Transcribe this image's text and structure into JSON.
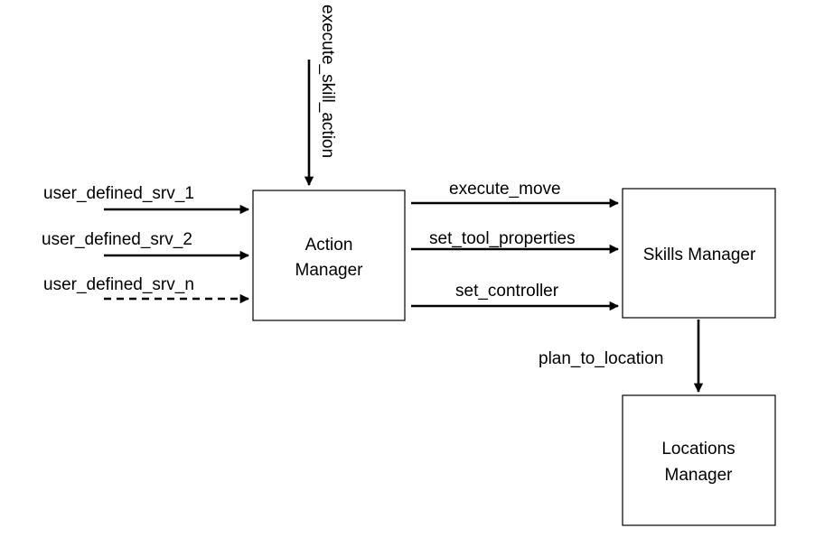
{
  "nodes": {
    "action_manager": [
      "Action",
      "Manager"
    ],
    "skills_manager": [
      "Skills Manager"
    ],
    "locations_manager": [
      "Locations",
      "Manager"
    ]
  },
  "edges": {
    "execute_skill_action": "execute_skill_action",
    "user_defined_srv_1": "user_defined_srv_1",
    "user_defined_srv_2": "user_defined_srv_2",
    "user_defined_srv_n": "user_defined_srv_n",
    "execute_move": "execute_move",
    "set_tool_properties": "set_tool_properties",
    "set_controller": "set_controller",
    "plan_to_location": "plan_to_location"
  },
  "line_styles": {
    "user_defined_srv_n": "dashed"
  },
  "colors": {
    "stroke": "#000000",
    "text": "#000000",
    "background": "#ffffff"
  }
}
